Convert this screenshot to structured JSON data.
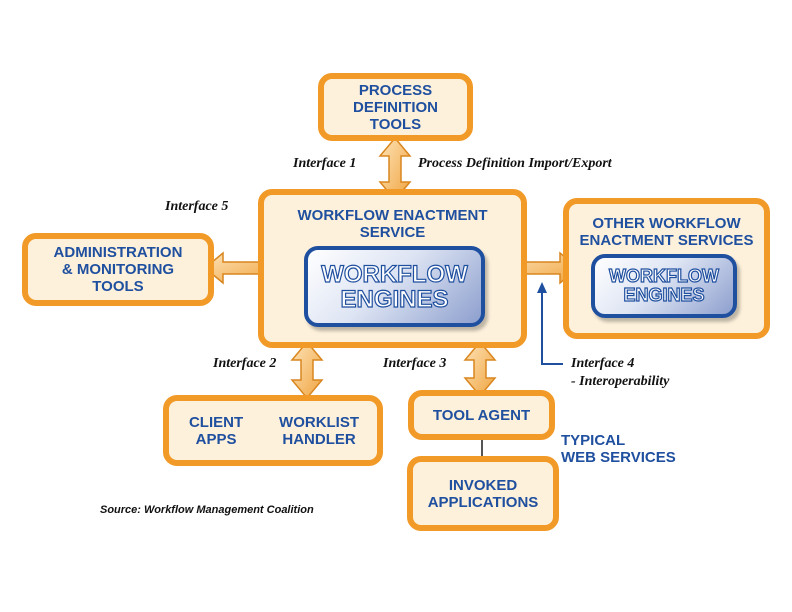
{
  "boxes": {
    "process_definition": "PROCESS\nDEFINITION\nTOOLS",
    "admin_monitoring": "ADMINISTRATION\n& MONITORING\nTOOLS",
    "enactment_title": "WORKFLOW ENACTMENT\nSERVICE",
    "engines": "WORKFLOW\nENGINES",
    "other_title": "OTHER WORKFLOW\nENACTMENT SERVICES",
    "other_engines": "WORKFLOW\nENGINES",
    "client_apps": "CLIENT\nAPPS",
    "worklist_handler": "WORKLIST\nHANDLER",
    "tool_agent": "TOOL AGENT",
    "invoked_applications": "INVOKED\nAPPLICATIONS"
  },
  "labels": {
    "interface1": "Interface 1",
    "process_import_export": "Process Definition Import/Export",
    "interface5": "Interface 5",
    "interface2": "Interface 2",
    "interface3": "Interface 3",
    "interface4": "Interface 4",
    "interoperability": "- Interoperability",
    "typical_web_services": "TYPICAL\nWEB SERVICES",
    "source": "Source: Workflow Management Coalition"
  },
  "colors": {
    "box_border": "#f29a28",
    "box_fill": "#fdf1db",
    "text_blue": "#1f4f9f",
    "arrow_fill": "#f7c684"
  }
}
